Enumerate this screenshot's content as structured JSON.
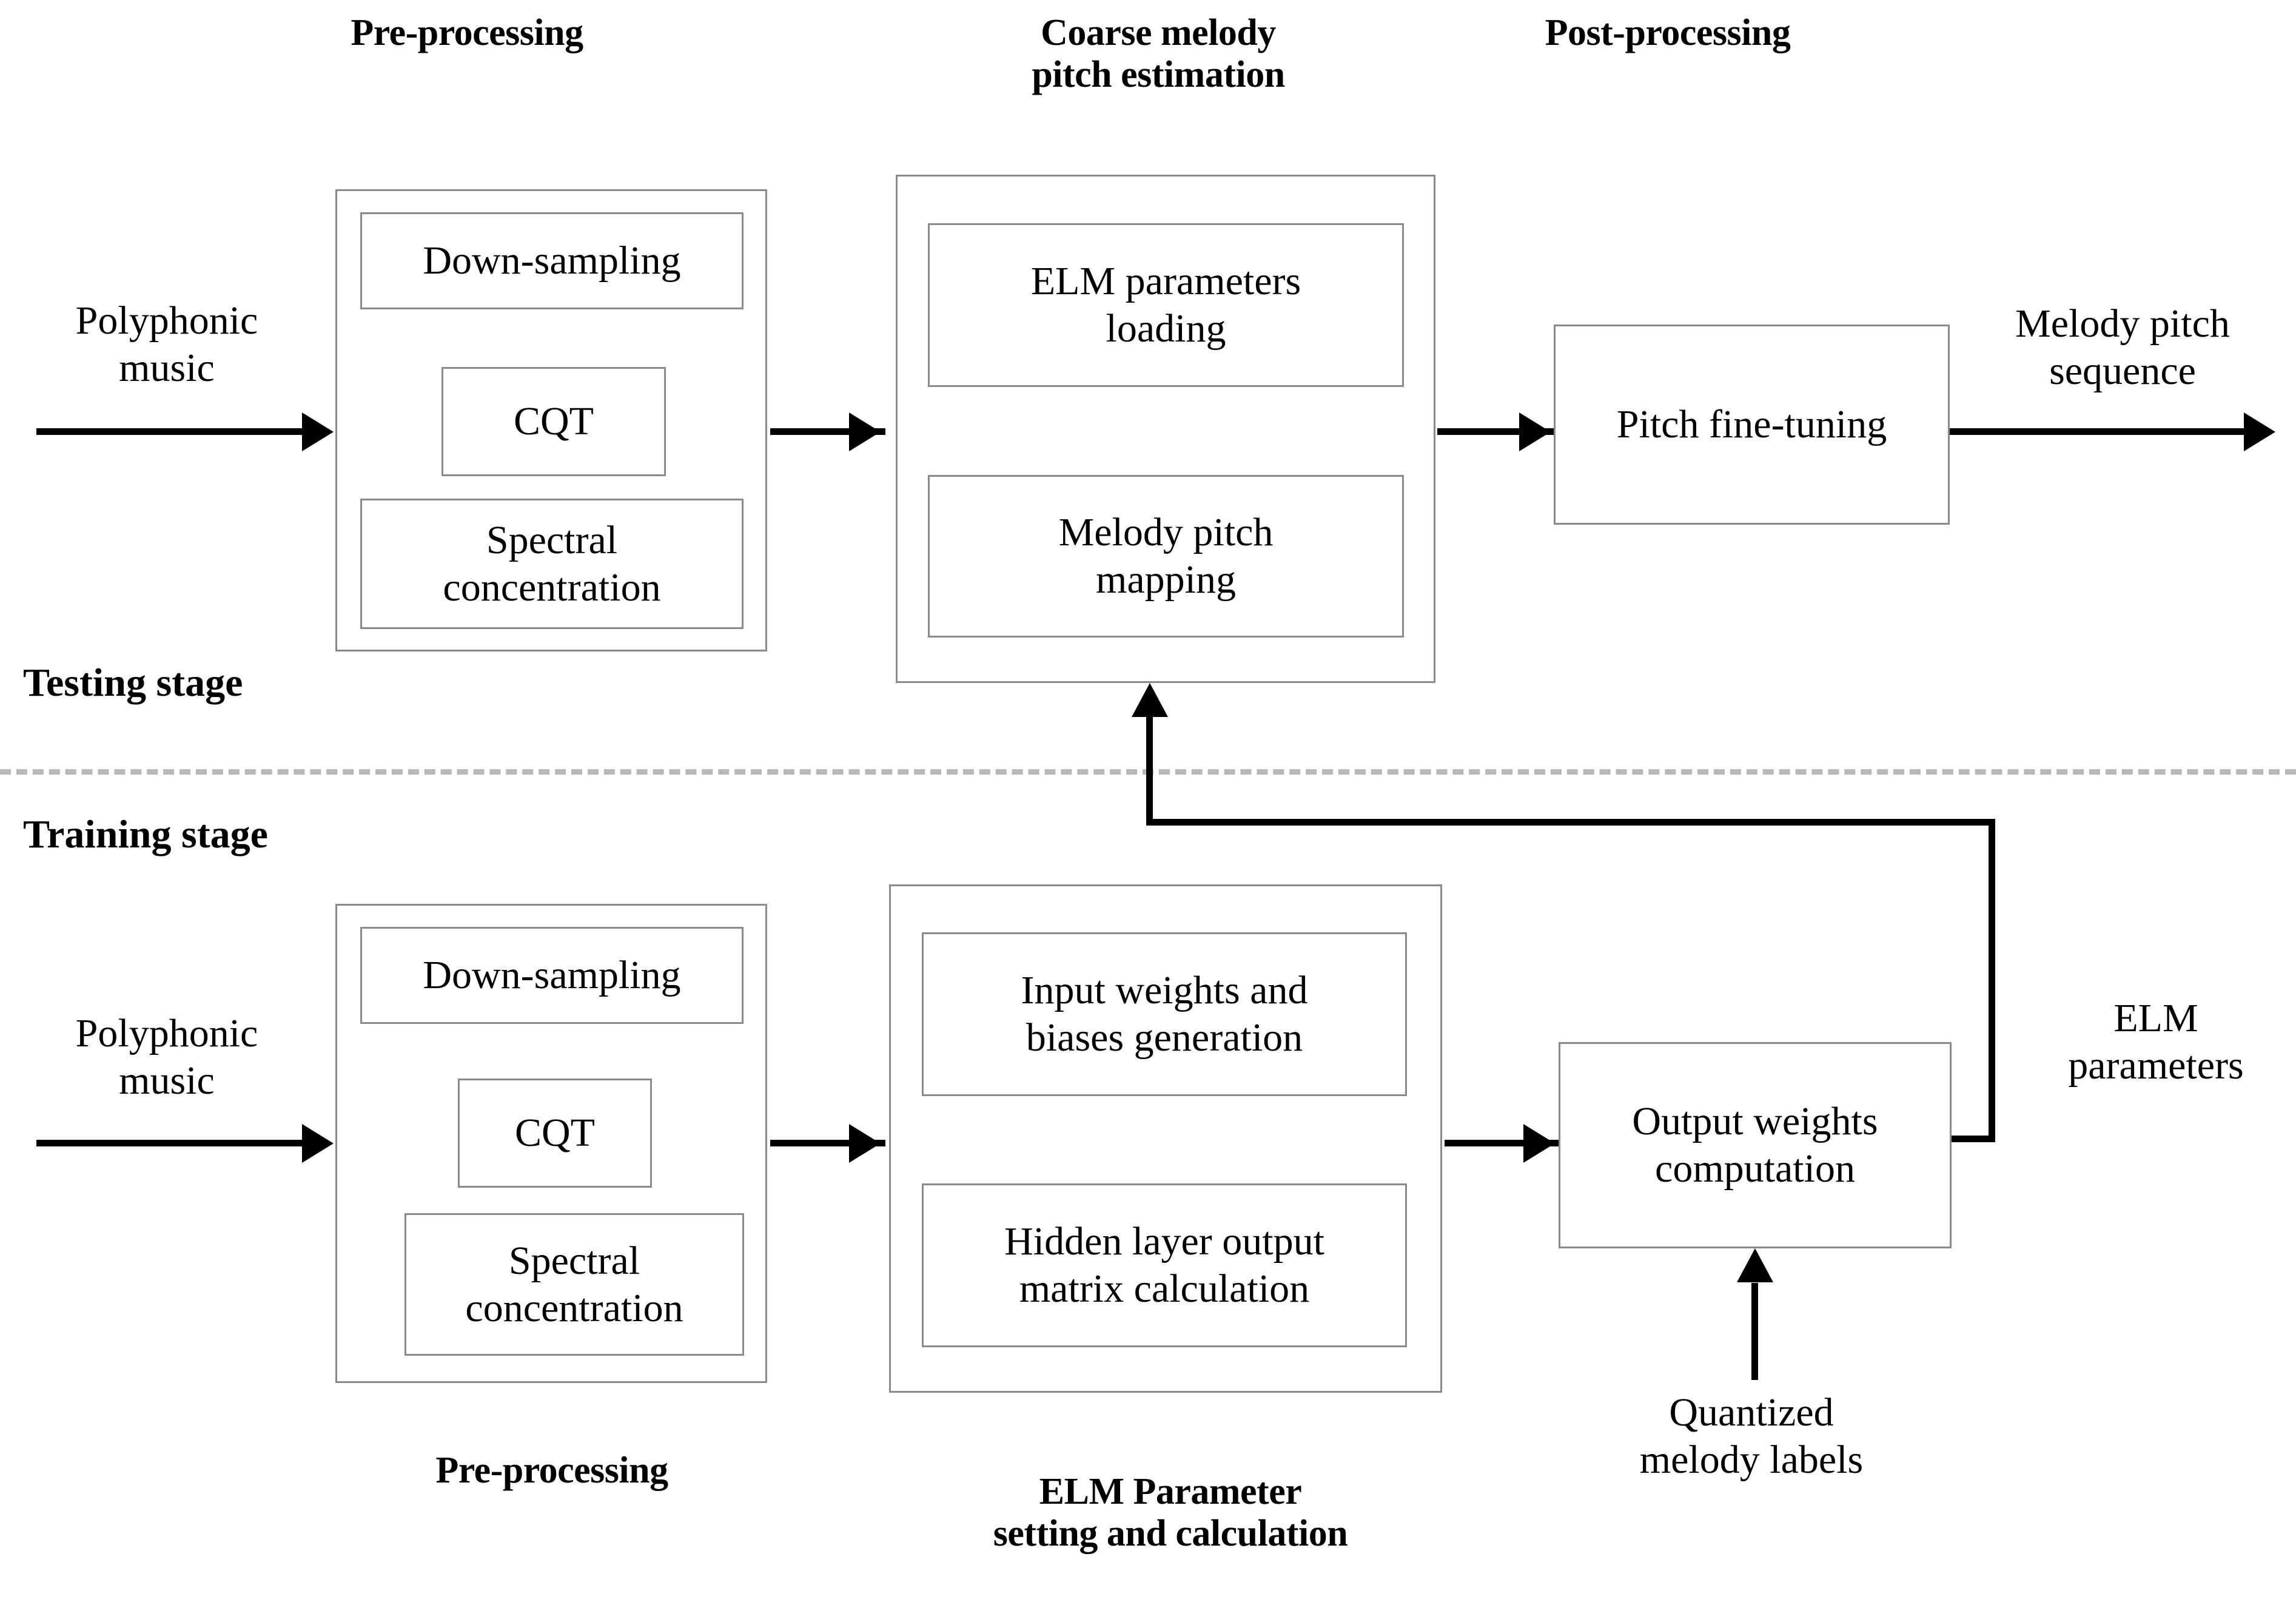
{
  "diagram": {
    "title_headers": {
      "preprocessing_top": "Pre-processing",
      "coarse_melody": "Coarse melody\npitch estimation",
      "postprocessing": "Post-processing",
      "preprocessing_bottom": "Pre-processing",
      "elm_parameter": "ELM Parameter\nsetting and calculation"
    },
    "stage_labels": {
      "testing": "Testing stage",
      "training": "Training stage"
    },
    "testing_stage": {
      "input_label": "Polyphonic\nmusic",
      "preprocessing_steps": [
        "Down-sampling",
        "CQT",
        "Spectral\nconcentration"
      ],
      "coarse_steps": [
        "ELM parameters\nloading",
        "Melody pitch\nmapping"
      ],
      "postprocessing_box": "Pitch fine-tuning",
      "output_label": "Melody pitch\nsequence"
    },
    "training_stage": {
      "input_label": "Polyphonic\nmusic",
      "preprocessing_steps": [
        "Down-sampling",
        "CQT",
        "Spectral\nconcentration"
      ],
      "elm_steps": [
        "Input weights and\nbiases generation",
        "Hidden layer output\nmatrix calculation"
      ],
      "output_weights_box": "Output weights\ncomputation",
      "labels_input": "Quantized\nmelody labels",
      "feedback_label": "ELM\nparameters"
    },
    "colors": {
      "box_border": "#8a8a8a",
      "connector": "#000000",
      "separator": "#b8b8b8",
      "background": "#ffffff"
    }
  }
}
